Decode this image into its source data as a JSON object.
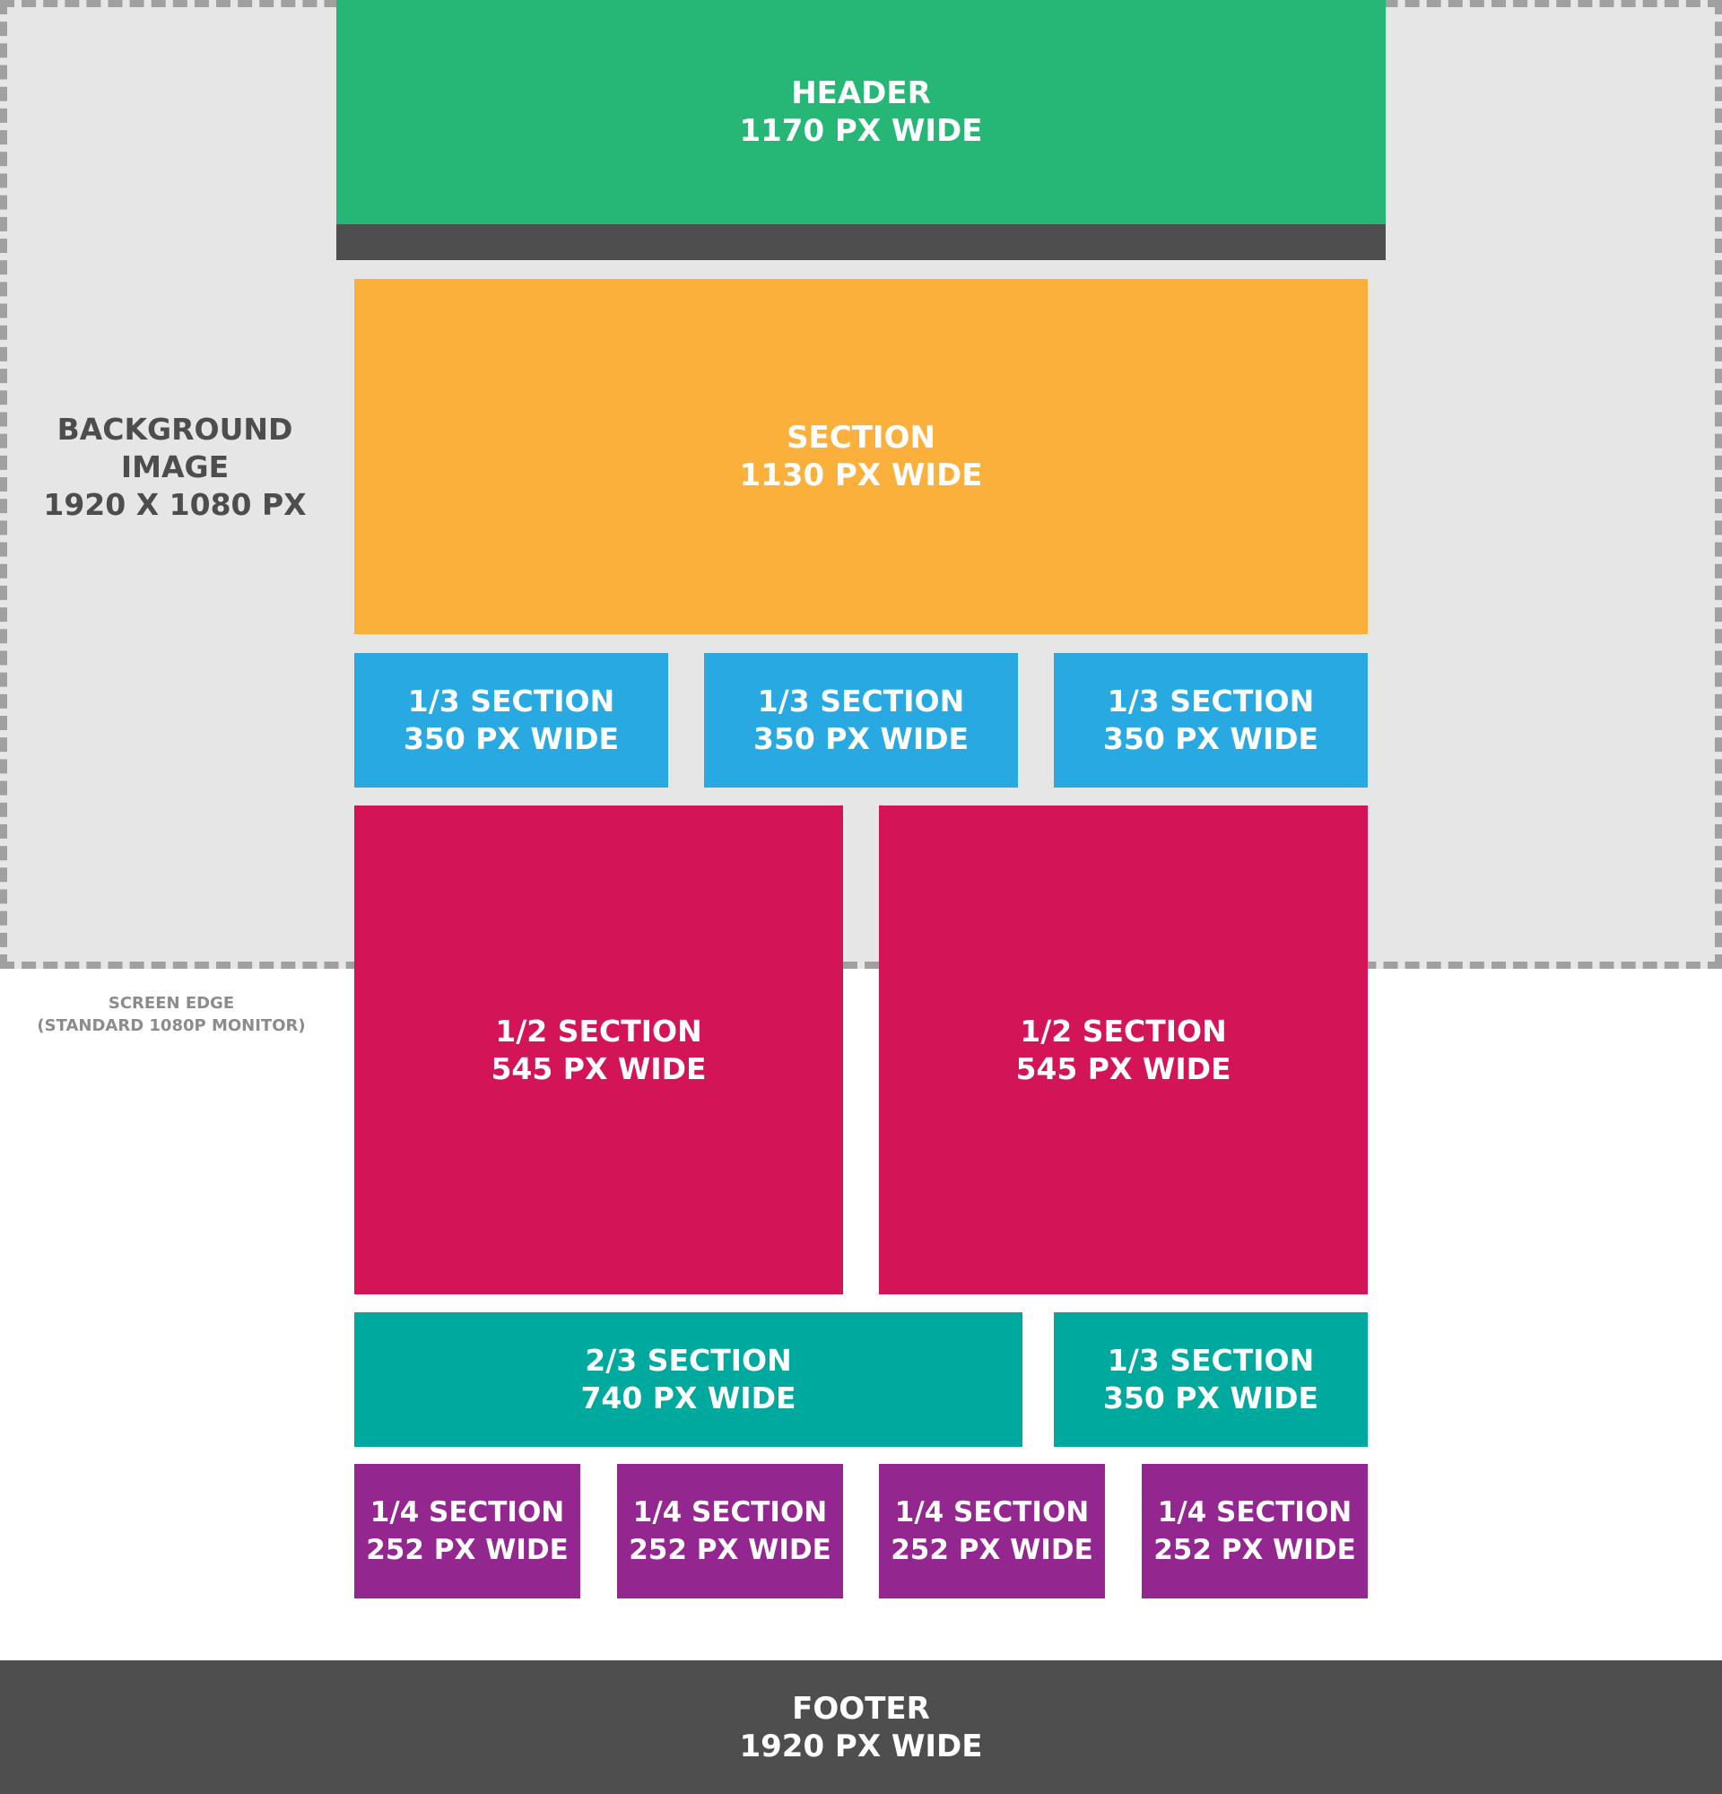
{
  "background": {
    "label": [
      "BACKGROUND",
      "IMAGE",
      "1920 X 1080 PX"
    ],
    "color": "#e6e6e6"
  },
  "screen_edge": {
    "label": [
      "SCREEN EDGE",
      "(STANDARD 1080P MONITOR)"
    ]
  },
  "header": {
    "title": "HEADER",
    "width_label": "1170 PX WIDE",
    "color": "#26b675"
  },
  "section_full": {
    "title": "SECTION",
    "width_label": "1130 PX WIDE",
    "color": "#fbb03b"
  },
  "thirds": [
    {
      "title": "1/3 SECTION",
      "width_label": "350 PX WIDE"
    },
    {
      "title": "1/3 SECTION",
      "width_label": "350 PX WIDE"
    },
    {
      "title": "1/3 SECTION",
      "width_label": "350 PX WIDE"
    }
  ],
  "halves": [
    {
      "title": "1/2 SECTION",
      "width_label": "545 PX WIDE"
    },
    {
      "title": "1/2 SECTION",
      "width_label": "545 PX WIDE"
    }
  ],
  "mixed": [
    {
      "title": "2/3 SECTION",
      "width_label": "740 PX WIDE"
    },
    {
      "title": "1/3 SECTION",
      "width_label": "350 PX WIDE"
    }
  ],
  "quarters": [
    {
      "title": "1/4 SECTION",
      "width_label": "252 PX WIDE"
    },
    {
      "title": "1/4 SECTION",
      "width_label": "252 PX WIDE"
    },
    {
      "title": "1/4 SECTION",
      "width_label": "252 PX WIDE"
    },
    {
      "title": "1/4 SECTION",
      "width_label": "252 PX WIDE"
    }
  ],
  "footer": {
    "title": "FOOTER",
    "width_label": "1920 PX WIDE",
    "color": "#4e4e4e"
  },
  "colors": {
    "third": "#29a9e1",
    "half": "#d31557",
    "mixed": "#00a99d",
    "quarter": "#93278f",
    "dark_bar": "#4e4e4e"
  }
}
